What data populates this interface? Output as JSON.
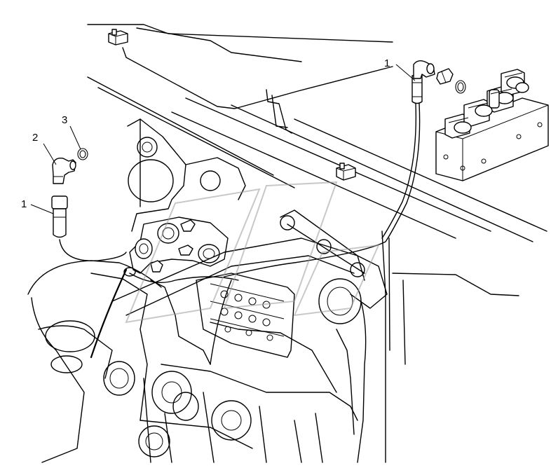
{
  "callouts": {
    "left_hose_number": "1",
    "left_elbow_number": "2",
    "left_oring_number": "3",
    "right_hose_number": "1"
  }
}
